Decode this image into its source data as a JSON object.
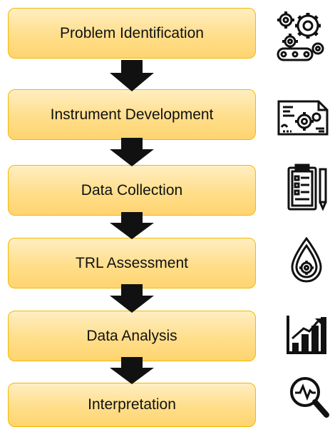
{
  "steps": [
    {
      "label": "Problem Identification",
      "icon": "gears-icon"
    },
    {
      "label": "Instrument Development",
      "icon": "blueprint-gear-icon"
    },
    {
      "label": "Data Collection",
      "icon": "clipboard-pencil-icon"
    },
    {
      "label": "TRL Assessment",
      "icon": "drop-gear-icon"
    },
    {
      "label": "Data Analysis",
      "icon": "bar-chart-growth-icon"
    },
    {
      "label": "Interpretation",
      "icon": "magnifier-pulse-icon"
    }
  ],
  "colors": {
    "box_fill": "#ffde8a",
    "box_border": "#f2b900",
    "arrow": "#111111"
  }
}
